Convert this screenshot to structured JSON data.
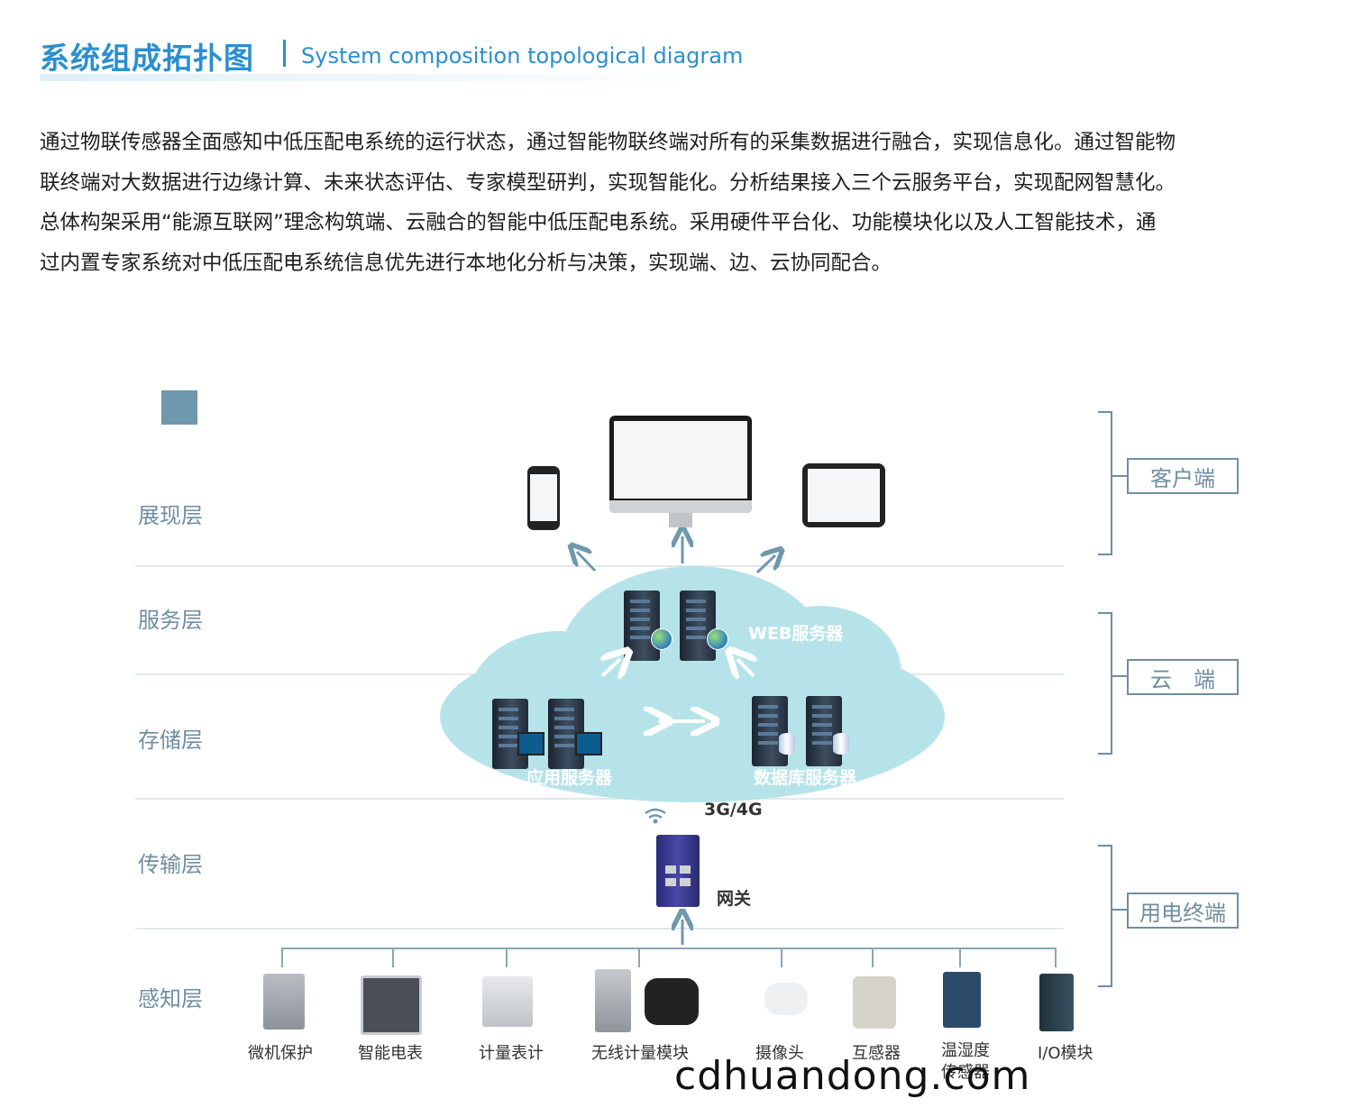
{
  "header": {
    "title_cn": "系统组成拓扑图",
    "title_en": "System composition topological diagram"
  },
  "description": [
    "通过物联传感器全面感知中低压配电系统的运行状态，通过智能物联终端对所有的采集数据进行融合，实现信息化。通过智能物",
    "联终端对大数据进行边缘计算、未来状态评估、专家模型研判，实现智能化。分析结果接入三个云服务平台，实现配网智慧化。",
    "总体构架采用“能源互联网”理念构筑端、云融合的智能中低压配电系统。采用硬件平台化、功能模块化以及人工智能技术，通",
    "过内置专家系统对中低压配电系统信息优先进行本地化分析与决策，实现端、边、云协同配合。"
  ],
  "layers": [
    "展现层",
    "服务层",
    "存储层",
    "传输层",
    "感知层"
  ],
  "side_groups": [
    "客户端",
    "云　端",
    "用电终端"
  ],
  "cloud_labels": {
    "web": "WEB服务器",
    "app": "应用服务器",
    "db": "数据库服务器"
  },
  "network": {
    "signal": "3G/4G",
    "gateway": "网关"
  },
  "terminals": [
    "微机保护",
    "智能电表",
    "计量表计",
    "无线计量模块",
    "摄像头",
    "互感器",
    "温湿度传感器",
    "I/O模块"
  ],
  "watermark": "cdhuandong.com",
  "colors": {
    "title": "#2a8fd0",
    "layer_text": "#6f8ea0",
    "cloud": "#b6e3ea",
    "arrow": "#6f98ac"
  }
}
